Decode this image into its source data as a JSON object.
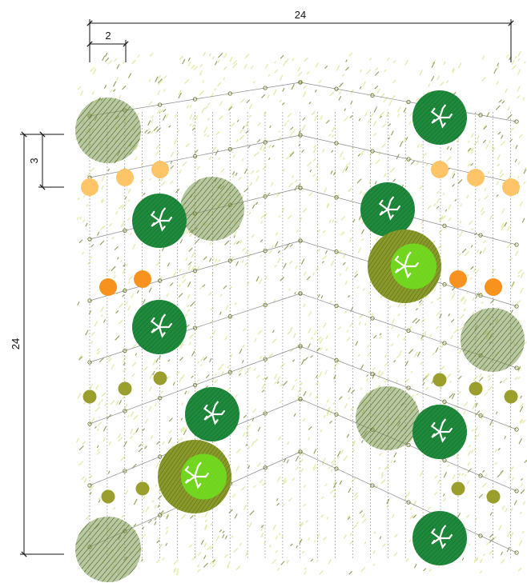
{
  "dimensions": {
    "total_width": "24",
    "module_width": "2",
    "total_height": "24",
    "module_height": "3"
  },
  "colors": {
    "background": "#ffffff",
    "dimension_line": "#111111",
    "grid_line": "#8a8a8a",
    "grid_node": "#6f7a2a",
    "ground_pale": "#e3e8a6",
    "ground_dark": "#6b7a22",
    "tree_dark_fill": "#1f8a3c",
    "tree_dark_hatch": "#0d5e25",
    "tree_canopy_fill": "#7d9a52",
    "tree_canopy_hatch": "#3e5a1c",
    "tree_light_fill": "#8a9a2a",
    "tree_light_accent": "#6fe21f",
    "dot_pale_orange": "#fdc567",
    "dot_orange": "#f7921e",
    "dot_olive": "#999e2c"
  },
  "legend_symbols": [
    "dark-green-tree-icon",
    "large-canopy-tree-icon",
    "lime-tree-icon",
    "pale-orange-shrub-icon",
    "orange-shrub-icon",
    "olive-shrub-icon"
  ]
}
